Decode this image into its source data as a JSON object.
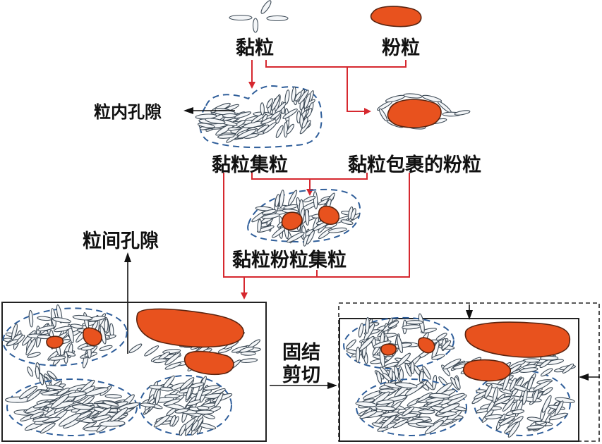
{
  "colors": {
    "flow_arrow": "#d6282f",
    "silt_fill": "#e8521e",
    "silt_outline": "#5a2410",
    "clay_particle": "#f4f6f8",
    "aggregate_outline": "#2f5e9a",
    "annotation_arrow": "#111111"
  },
  "labels": {
    "clay": "黏粒",
    "silt": "粉粒",
    "intra_pore": "粒内孔隙",
    "clay_aggregate": "黏粒集粒",
    "clay_coated_silt": "黏粒包裹的粉粒",
    "clay_silt_aggregate": "黏粒粉粒集粒",
    "inter_pore": "粒间孔隙",
    "process_line1": "固结",
    "process_line2": "剪切"
  },
  "icons": {
    "clay": "ellipse-particle",
    "silt": "orange-blob",
    "flow": "red-arrow",
    "load": "black-arrow"
  }
}
